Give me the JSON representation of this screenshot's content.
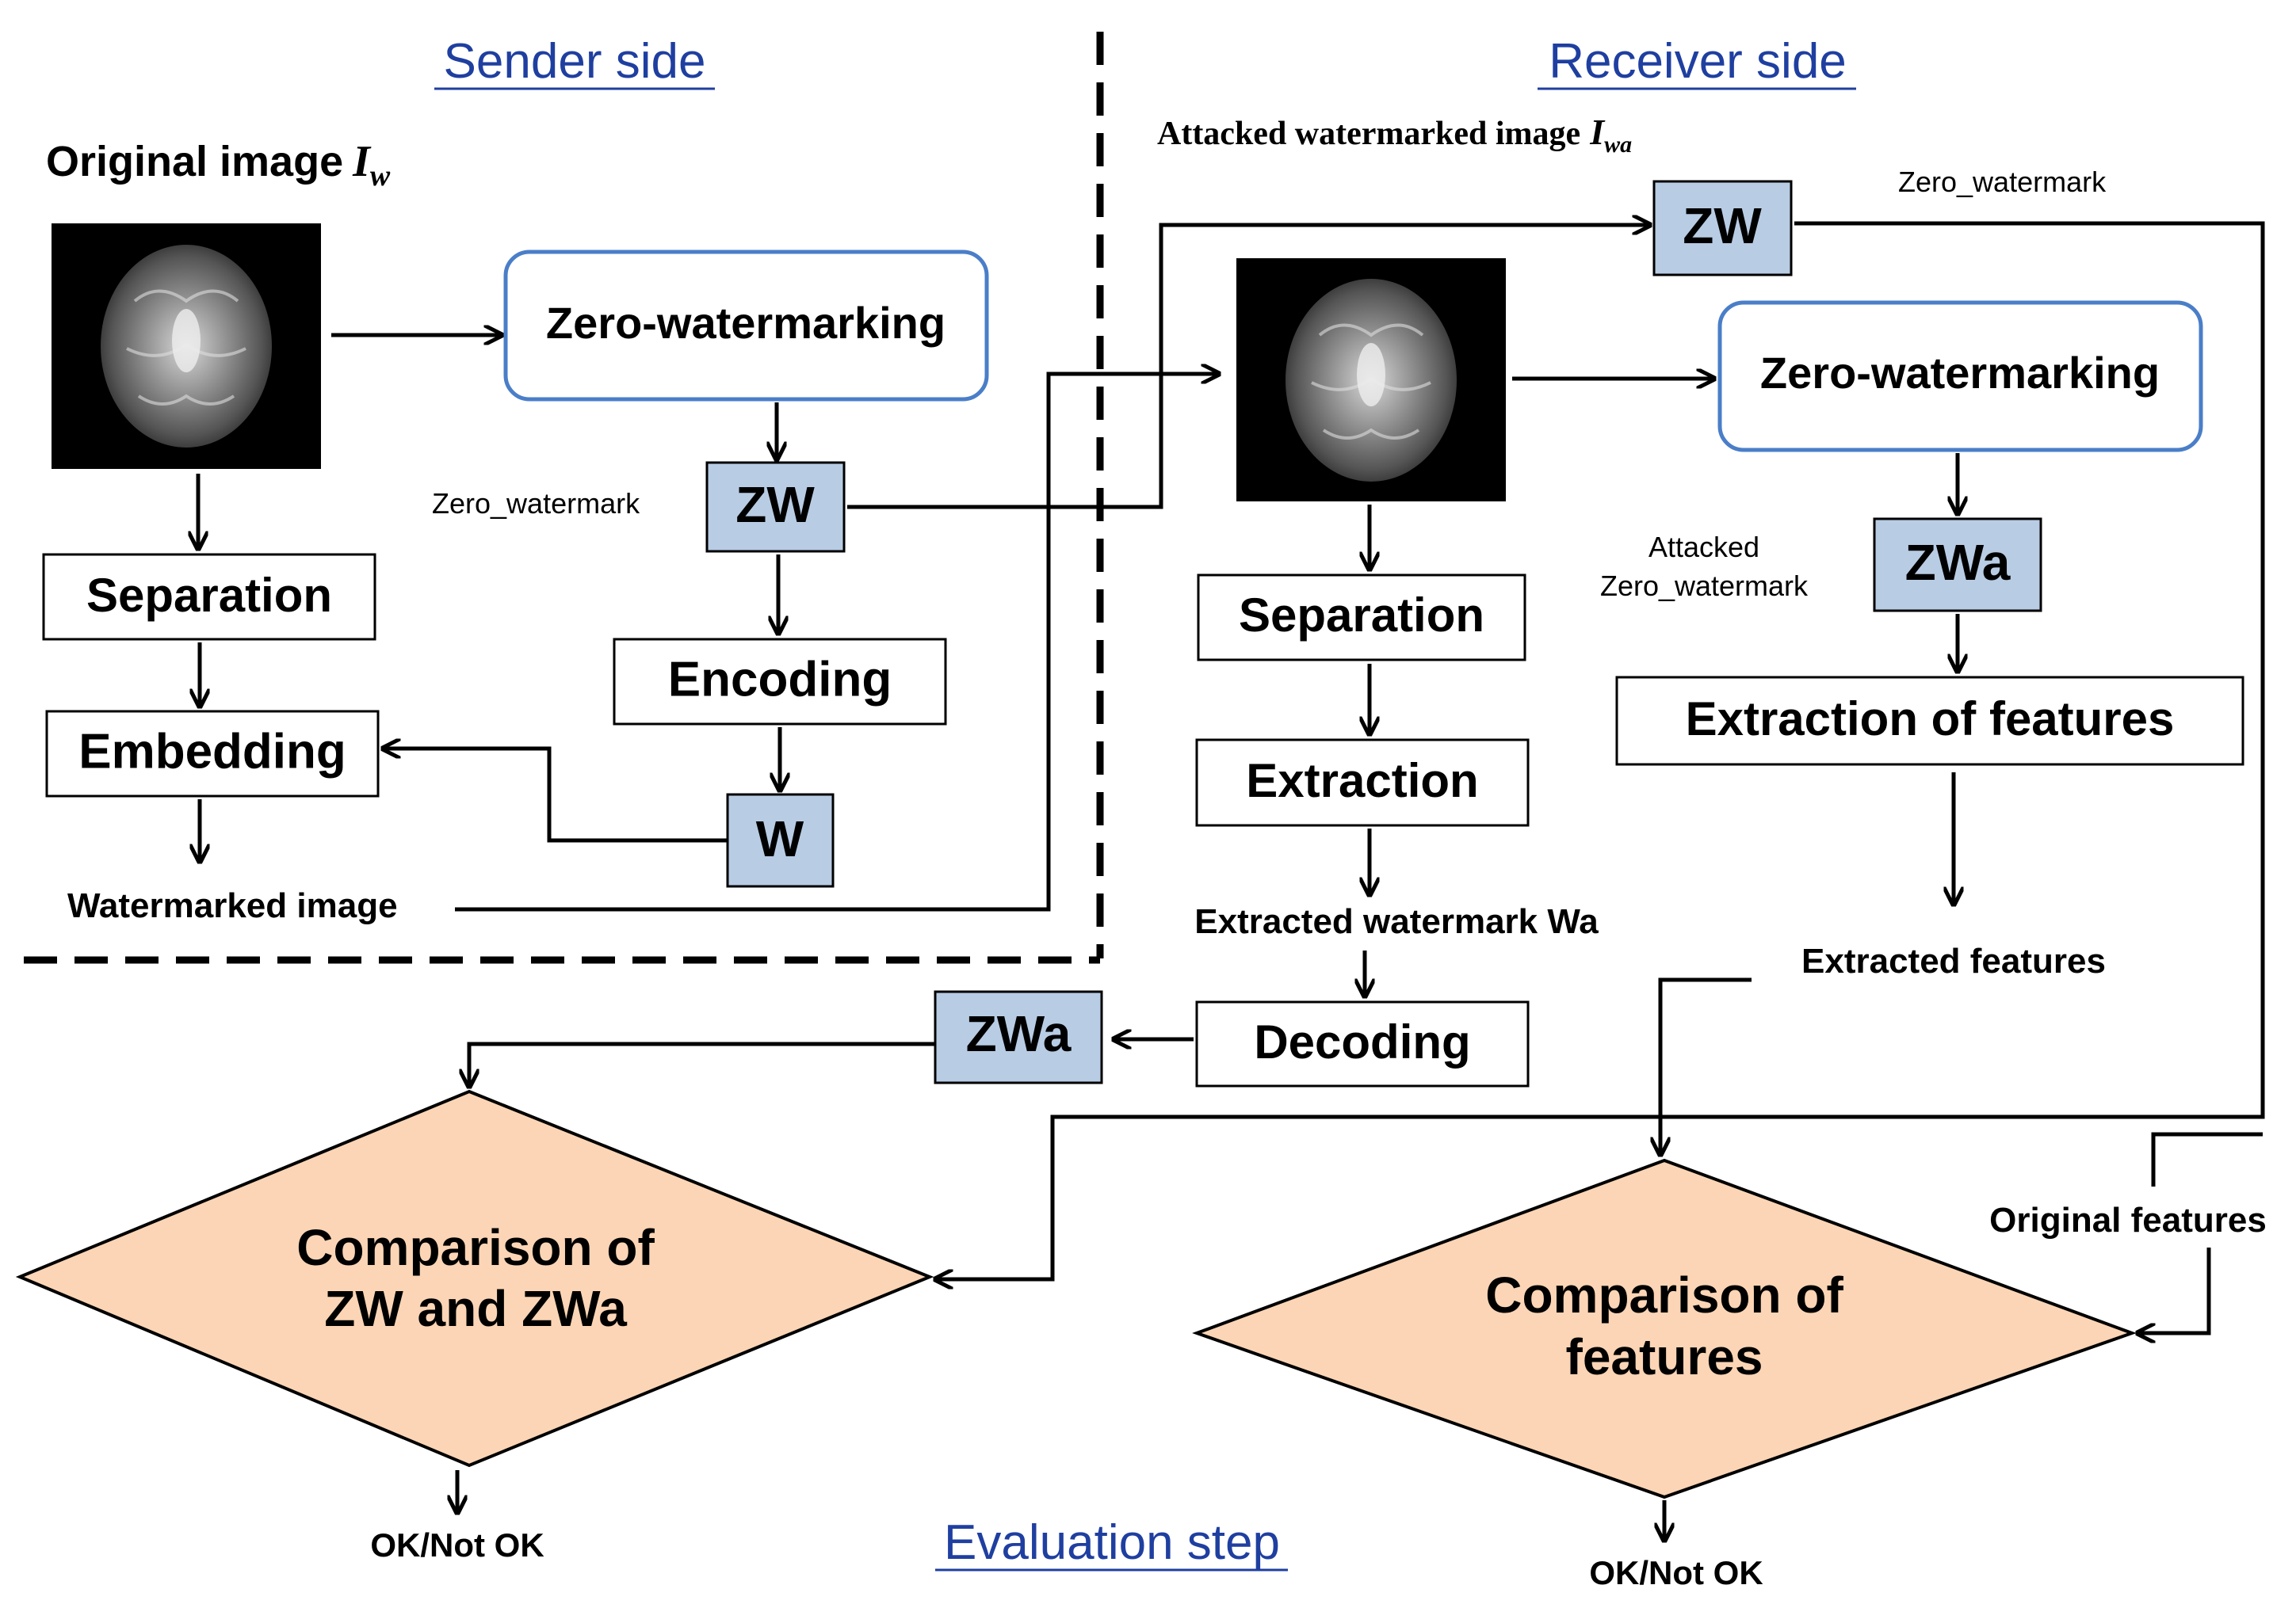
{
  "headings": {
    "sender": "Sender  side",
    "receiver": "Receiver  side",
    "evaluation": "Evaluation  step"
  },
  "sender": {
    "original_image": "Original image",
    "original_image_symbol": "I",
    "original_image_subscript": "w",
    "zero_watermarking": "Zero-watermarking",
    "zero_watermark_label": "Zero_watermark",
    "zw": "ZW",
    "separation": "Separation",
    "encoding": "Encoding",
    "embedding": "Embedding",
    "w": "W",
    "watermarked_image": "Watermarked image"
  },
  "receiver": {
    "attacked_image": "Attacked watermarked image",
    "attacked_image_symbol": "I",
    "attacked_image_subscript": "wa",
    "zw": "ZW",
    "zero_watermark_label": "Zero_watermark",
    "zero_watermarking": "Zero-watermarking",
    "attacked_zw_label_1": "Attacked",
    "attacked_zw_label_2": "Zero_watermark",
    "zwa": "ZWa",
    "separation": "Separation",
    "extraction": "Extraction",
    "extraction_features": "Extraction of features",
    "extracted_watermark": "Extracted watermark Wa",
    "extracted_features": "Extracted features",
    "decoding": "Decoding"
  },
  "evaluation": {
    "zwa": "ZWa",
    "compare_zw_1": "Comparison of",
    "compare_zw_2": "ZW and ZWa",
    "compare_features_1": "Comparison of",
    "compare_features_2": "features",
    "original_features": "Original features",
    "ok_left": "OK/Not OK",
    "ok_right": "OK/Not OK"
  }
}
